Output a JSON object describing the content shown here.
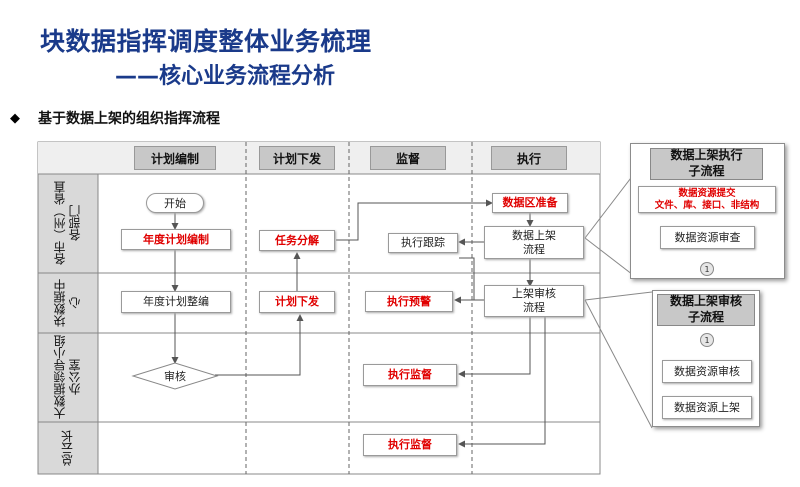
{
  "title_line1": "块数据指挥调度整体业务梳理",
  "title_line2": "——核心业务流程分析",
  "bullet": "◆",
  "subtitle": "基于数据上架的组织指挥流程",
  "columns": [
    "计划编制",
    "计划下发",
    "监督",
    "执行"
  ],
  "rows": [
    "各市（州）省直各部门",
    "块数据中心",
    "大数据领导小组办公室",
    "总云长"
  ],
  "rows_display": [
    "各市（州）\n省直各部门",
    "块数据\n中心",
    "大数据领导小组\n办公室",
    "总云长"
  ],
  "nodes": {
    "start": "开始",
    "annual_plan": "年度计划编制",
    "task_decompose": "任务分解",
    "exec_track": "执行跟踪",
    "data_prep": "数据区准备",
    "data_shelf_flow": "数据上架\n流程",
    "annual_adjust": "年度计划整编",
    "plan_issue": "计划下发",
    "exec_warning": "执行预警",
    "shelf_review_flow": "上架审核\n流程",
    "review": "审核",
    "exec_supervise_1": "执行监督",
    "exec_supervise_2": "执行监督"
  },
  "panel1": {
    "title": "数据上架执行\n子流程",
    "step1_line1": "数据资源提交",
    "step1_line2": "文件、库、接口、非结构",
    "step2": "数据资源审查",
    "marker": "1"
  },
  "panel2": {
    "title": "数据上架审核\n子流程",
    "marker": "1",
    "step1": "数据资源审核",
    "step2": "数据资源上架"
  },
  "colors": {
    "title": "#1a3a8a",
    "highlight": "#e00000",
    "header_bg": "#c8c8c8"
  }
}
